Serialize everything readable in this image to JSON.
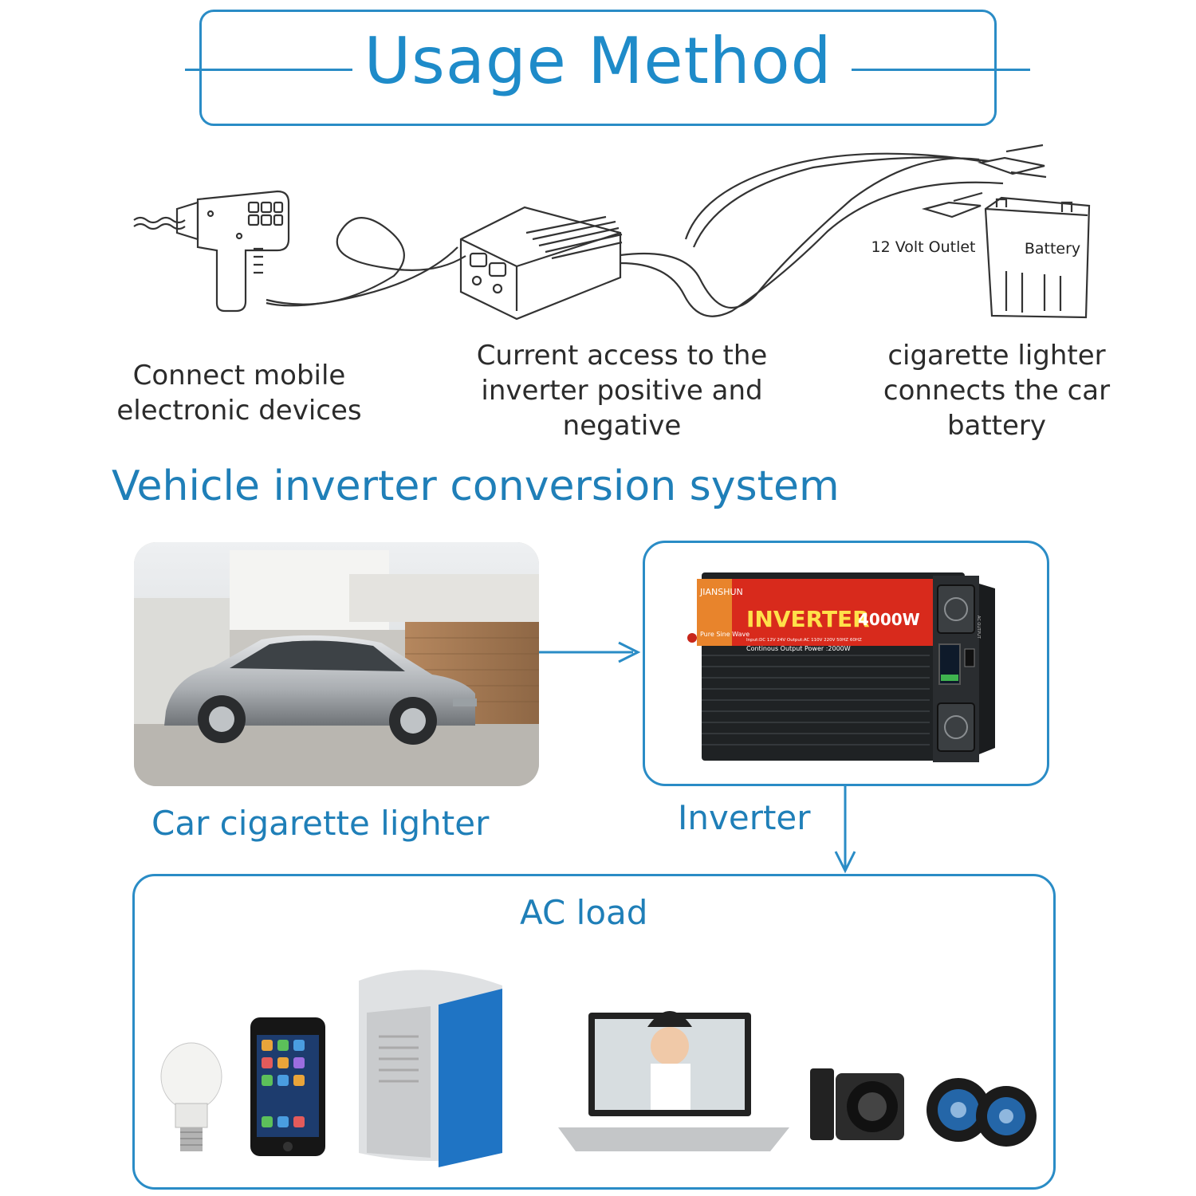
{
  "header": {
    "title": "Usage Method"
  },
  "diagram": {
    "outlet_label": "12 Volt Outlet",
    "battery_label": "Battery",
    "captions": [
      {
        "text": "Connect mobile electronic devices"
      },
      {
        "text": "Current access to the inverter positive and negative"
      },
      {
        "text": "cigarette lighter connects the car battery"
      }
    ]
  },
  "section": {
    "title": "Vehicle inverter conversion system"
  },
  "car": {
    "label": "Car cigarette lighter"
  },
  "inverter": {
    "label": "Inverter",
    "brand": "JIANSHUN",
    "model": "INVERTER",
    "power": "4000W",
    "waveform": "Pure Sine Wave",
    "spec_line": "Input:DC  12V  24V  Output:AC  110V  220V  50HZ  60HZ",
    "continuous": "Continous Output Power :2000W",
    "ac_output": "AC OUTPUT"
  },
  "ac_load": {
    "title": "AC load"
  },
  "colors": {
    "accent": "#2a8cc6",
    "text": "#2b2b2b",
    "inverter_red": "#d82a1c"
  }
}
